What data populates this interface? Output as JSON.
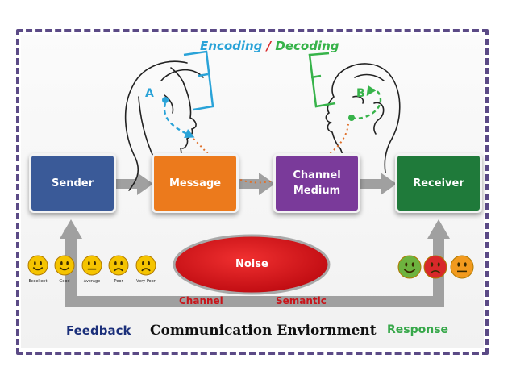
{
  "title": {
    "encoding": "Encoding",
    "separator": "/",
    "decoding": "Decoding"
  },
  "markers": {
    "a": "A",
    "b": "B"
  },
  "boxes": {
    "sender": "Sender",
    "message": "Message",
    "channel_line1": "Channel",
    "channel_line2": "Medium",
    "receiver": "Receiver"
  },
  "noise": {
    "label": "Noise",
    "channel": "Channel",
    "semantic": "Semantic"
  },
  "rating_faces": [
    {
      "label": "Excellent",
      "mood": "happy"
    },
    {
      "label": "Good",
      "mood": "happy"
    },
    {
      "label": "Average",
      "mood": "neutral"
    },
    {
      "label": "Peor",
      "mood": "sad"
    },
    {
      "label": "Very Poor",
      "mood": "sad"
    }
  ],
  "response_faces": [
    {
      "mood": "happy",
      "color": "#6db33f"
    },
    {
      "mood": "sad",
      "color": "#d8282a"
    },
    {
      "mood": "neutral",
      "color": "#f29a1e"
    }
  ],
  "footer": {
    "feedback": "Feedback",
    "environment": "Communication Enviornment",
    "response": "Response"
  },
  "colors": {
    "sender": "#3a5a98",
    "message": "#ec7a1c",
    "channel": "#7a3a9a",
    "receiver": "#1f7a3a",
    "noise": "#d8161c",
    "encoding": "#2aa3d8",
    "decoding": "#37b34a",
    "feedback": "#1b2f7a",
    "response": "#37a84a",
    "frame": "#5b4a86",
    "arrow": "#a0a0a0"
  }
}
